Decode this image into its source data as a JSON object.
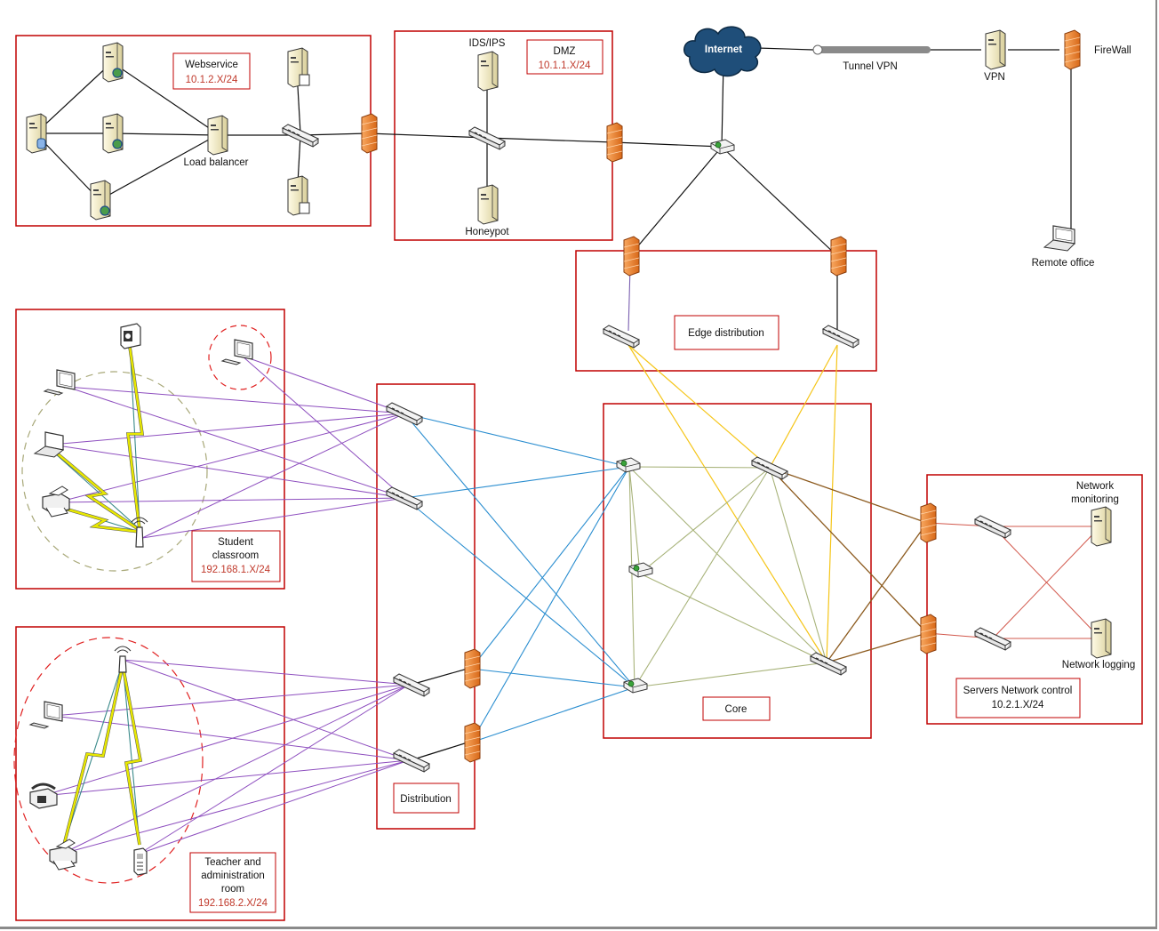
{
  "zones": {
    "webservice": {
      "name": "Webservice",
      "subnet": "10.1.2.X/24"
    },
    "dmz": {
      "name": "DMZ",
      "subnet": "10.1.1.X/24"
    },
    "edge": {
      "name": "Edge distribution"
    },
    "student": {
      "name_line1": "Student",
      "name_line2": "classroom",
      "subnet": "192.168.1.X/24"
    },
    "distribution": {
      "name": "Distribution"
    },
    "core": {
      "name": "Core"
    },
    "teacher": {
      "name_line1": "Teacher and",
      "name_line2": "administration",
      "name_line3": "room",
      "subnet": "192.168.2.X/24"
    },
    "servers": {
      "name": "Servers Network control",
      "subnet": "10.2.1.X/24"
    }
  },
  "labels": {
    "load_balancer": "Load balancer",
    "ids_ips": "IDS/IPS",
    "honeypot": "Honeypot",
    "internet": "Internet",
    "tunnel_vpn": "Tunnel VPN",
    "vpn": "VPN",
    "firewall": "FireWall",
    "remote_office": "Remote office",
    "network_monitoring_1": "Network",
    "network_monitoring_2": "monitoring",
    "network_logging": "Network logging"
  },
  "colors": {
    "zone_border": "#c00000",
    "subnet_text": "#c0392b",
    "lan_links": "#8e4fbf",
    "distribution_links": "#2b8ed0",
    "edge_links": "#f5c518",
    "core_mesh": "#a8b37a",
    "server_uplinks": "#8c5a1e",
    "server_mesh": "#d2584c",
    "wireless_bolt": "#e8e800",
    "firewall": "#f08a3c",
    "cloud": "#1f4e79"
  },
  "icons": [
    "server-icon",
    "switch-icon",
    "router-icon",
    "firewall-icon",
    "cloud-icon",
    "laptop-icon",
    "desktop-icon",
    "printer-icon",
    "phone-icon",
    "access-point-icon",
    "handset-icon",
    "projector-icon"
  ]
}
